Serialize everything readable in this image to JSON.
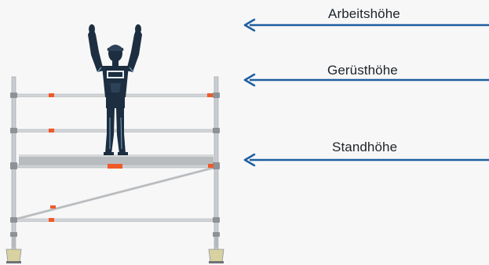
{
  "labels": {
    "working_height": "Arbeitshöhe",
    "scaffold_height": "Gerüsthöhe",
    "standing_height": "Standhöhe"
  },
  "colors": {
    "arrow": "#1f5fa0",
    "frame": "#c9ccd0",
    "frame_dark": "#8e9296",
    "accent": "#f05a28",
    "platform": "#b9bcbf",
    "figure": "#1c2e40",
    "figure_highlight": "#7aa8cc",
    "background": "#f7f7f7"
  },
  "icons": {
    "figure": "worker-figure-arms-raised",
    "arrow": "arrow-left"
  }
}
